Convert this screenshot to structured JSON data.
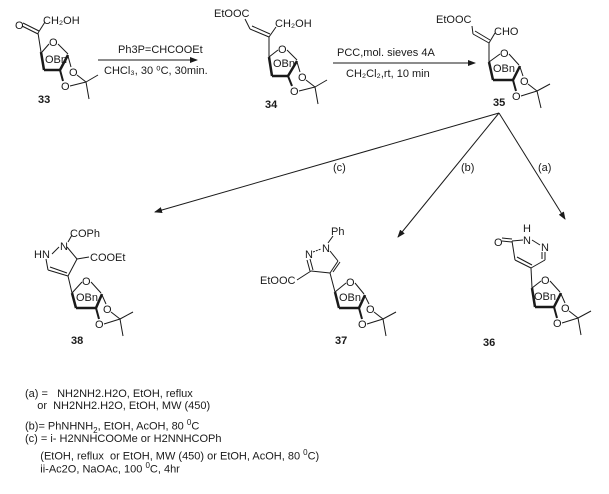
{
  "scheme": {
    "compounds": [
      {
        "id": "33",
        "label": "33",
        "substituents": [
          "CH₂OH",
          "O",
          "OBn"
        ]
      },
      {
        "id": "34",
        "label": "34",
        "substituents": [
          "EtOOC",
          "CH₂OH",
          "OBn"
        ]
      },
      {
        "id": "35",
        "label": "35",
        "substituents": [
          "EtOOC",
          "CHO",
          "OBn"
        ]
      },
      {
        "id": "36",
        "label": "36",
        "substituents": [
          "O",
          "H",
          "N",
          "N",
          "OBn"
        ]
      },
      {
        "id": "37",
        "label": "37",
        "substituents": [
          "Ph",
          "N",
          "N",
          "EtOOC",
          "OBn"
        ]
      },
      {
        "id": "38",
        "label": "38",
        "substituents": [
          "COPh",
          "HN",
          "N",
          "COOEt",
          "OBn"
        ]
      }
    ],
    "steps": [
      {
        "from": "33",
        "to": "34",
        "reagent_above": "Ph3P=CHCOOEt",
        "reagent_below": "CHCl₃, 30 ⁰C, 30min."
      },
      {
        "from": "34",
        "to": "35",
        "reagent_above": "PCC,mol. sieves 4A",
        "reagent_below": "CH₂Cl₂,rt, 10 min"
      }
    ],
    "branches": [
      {
        "label": "(c)",
        "to": "38"
      },
      {
        "label": "(b)",
        "to": "37"
      },
      {
        "label": "(a)",
        "to": "36"
      }
    ],
    "ring_atoms": {
      "ring_o": "O",
      "acetal_o1": "O",
      "acetal_o2": "O",
      "obn": "OBn"
    }
  },
  "conditions": {
    "a_line1": "(a) =   NH2NH2.H2O, EtOH, reflux",
    "a_line2": "    or  NH2NH2.H2O, EtOH, MW (450)",
    "b_prefix": "(b)= PhNHNH",
    "b_sub": "2",
    "b_suffix": ", EtOH, AcOH, 80 ",
    "b_sup": "0",
    "b_end": "C",
    "c_line1": "(c) = i- H2NNHCOOMe or H2NNHCOPh",
    "c_line2_pre": "     (EtOH, reflux  or EtOH, MW (450) or EtOH, AcOH, 80 ",
    "c_line2_sup": "0",
    "c_line2_end": "C)",
    "c_line3_pre": "     ii-Ac2O, NaOAc, 100 ",
    "c_line3_sup": "0",
    "c_line3_end": "C, 4hr"
  }
}
